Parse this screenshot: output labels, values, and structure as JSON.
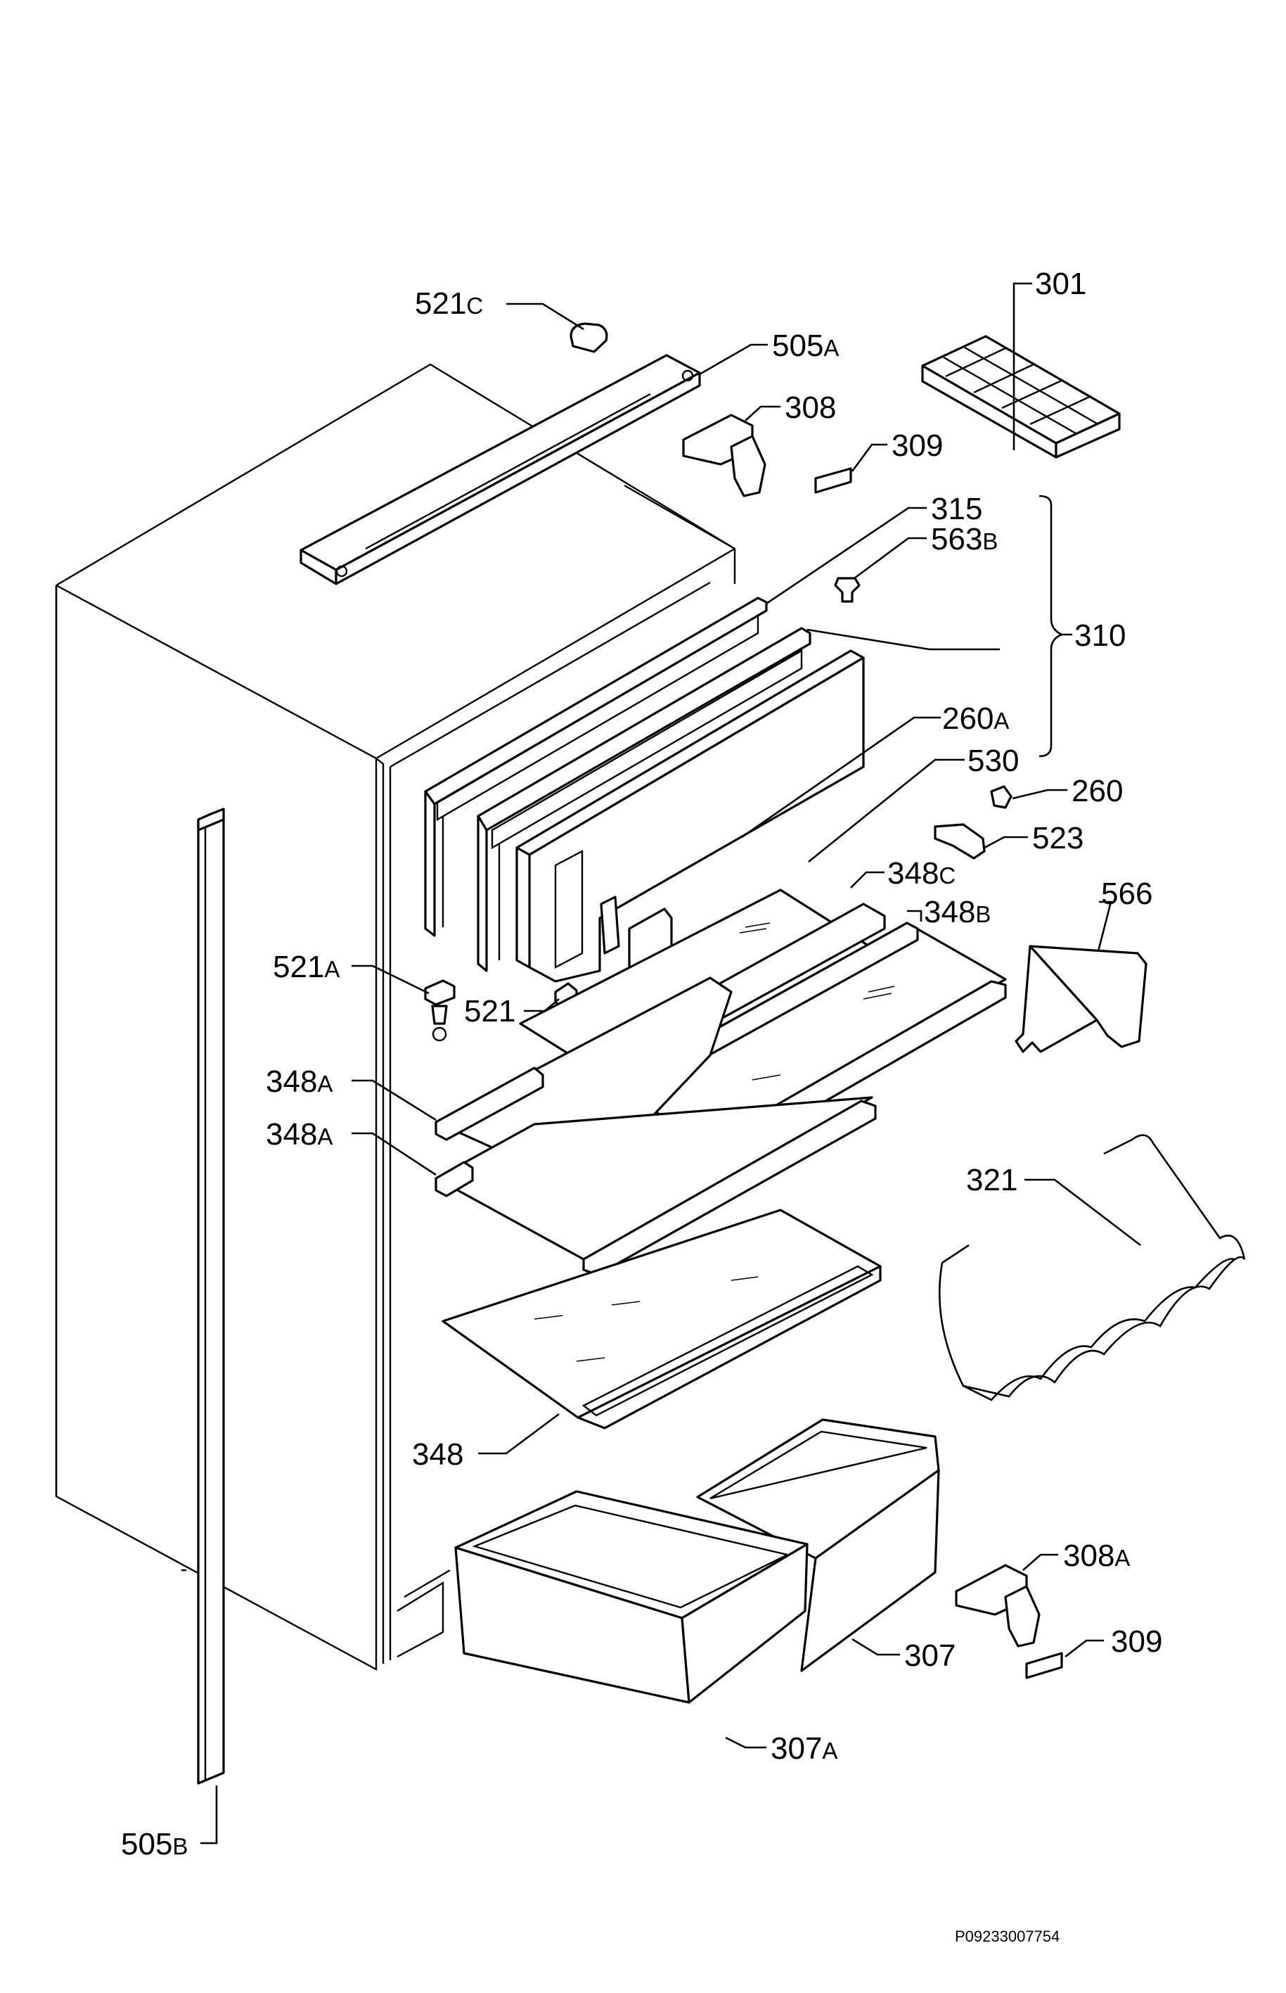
{
  "labels": [
    {
      "id": "301",
      "main": "301",
      "suffix": ""
    },
    {
      "id": "521c",
      "main": "521",
      "suffix": "C"
    },
    {
      "id": "505a",
      "main": "505",
      "suffix": "A"
    },
    {
      "id": "308",
      "main": "308",
      "suffix": ""
    },
    {
      "id": "309a",
      "main": "309",
      "suffix": ""
    },
    {
      "id": "315",
      "main": "315",
      "suffix": ""
    },
    {
      "id": "563b",
      "main": "563",
      "suffix": "B"
    },
    {
      "id": "310",
      "main": "310",
      "suffix": ""
    },
    {
      "id": "260a",
      "main": "260",
      "suffix": "A"
    },
    {
      "id": "530",
      "main": "530",
      "suffix": ""
    },
    {
      "id": "260",
      "main": "260",
      "suffix": ""
    },
    {
      "id": "523",
      "main": "523",
      "suffix": ""
    },
    {
      "id": "348c",
      "main": "348",
      "suffix": "C"
    },
    {
      "id": "348b",
      "main": "348",
      "suffix": "B"
    },
    {
      "id": "566",
      "main": "566",
      "suffix": ""
    },
    {
      "id": "521a",
      "main": "521",
      "suffix": "A"
    },
    {
      "id": "521",
      "main": "521",
      "suffix": ""
    },
    {
      "id": "348a1",
      "main": "348",
      "suffix": "A"
    },
    {
      "id": "348a2",
      "main": "348",
      "suffix": "A"
    },
    {
      "id": "321",
      "main": "321",
      "suffix": ""
    },
    {
      "id": "348",
      "main": "348",
      "suffix": ""
    },
    {
      "id": "308a",
      "main": "308",
      "suffix": "A"
    },
    {
      "id": "309b",
      "main": "309",
      "suffix": ""
    },
    {
      "id": "307",
      "main": "307",
      "suffix": ""
    },
    {
      "id": "307a",
      "main": "307",
      "suffix": "A"
    },
    {
      "id": "505b",
      "main": "505",
      "suffix": "B"
    }
  ],
  "reference_code": "P09233007754"
}
